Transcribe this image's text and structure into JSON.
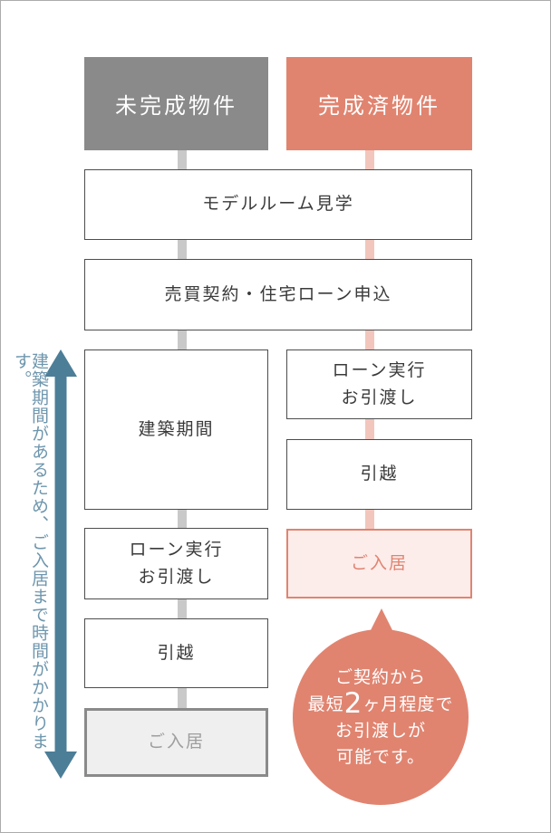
{
  "colors": {
    "gray_header": "#8A8A8A",
    "salmon_accent": "#E08470",
    "salmon_light_fill": "#FCECEA",
    "pink_connector": "#F2C6BD",
    "gray_connector": "#C9C9C9",
    "gray_light_fill": "#EFEFEF",
    "blue_arrow": "#4C7E98",
    "blue_text": "#6E96AD",
    "box_border": "#4D4D4D",
    "box_text": "#3A3A3A"
  },
  "headers": {
    "left": "未完成物件",
    "right": "完成済物件"
  },
  "shared_steps": {
    "model_room": "モデルルーム見学",
    "contract": "売買契約・住宅ローン申込"
  },
  "left_column": {
    "construction": "建築期間",
    "loan_line1": "ローン実行",
    "loan_line2": "お引渡し",
    "moving": "引越",
    "move_in": "ご入居"
  },
  "right_column": {
    "loan_line1": "ローン実行",
    "loan_line2": "お引渡し",
    "moving": "引越",
    "move_in": "ご入居"
  },
  "bubble": {
    "line1": "ご契約から",
    "line2_prefix": "最短",
    "line2_number": "2",
    "line2_suffix": "ヶ月程度で",
    "line3": "お引渡しが",
    "line4": "可能です。"
  },
  "side_note": {
    "text": "建築期間があるため、ご入居まで時間がかかります。"
  }
}
